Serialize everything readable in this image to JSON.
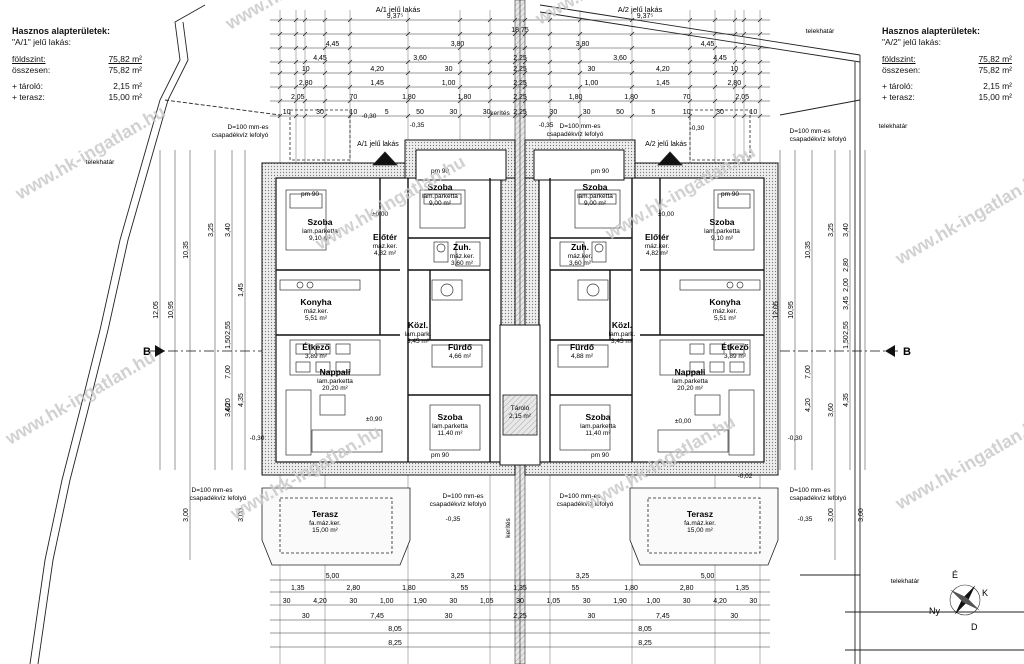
{
  "summary_left": {
    "title": "Hasznos alapterületek:",
    "subtitle": "\"A/1\" jelű lakás:",
    "rows": [
      {
        "label": "földszint:",
        "value": "75,82 m²",
        "underline": true
      },
      {
        "label": "összesen:",
        "value": "75,82 m²",
        "underline": false
      },
      {
        "label": "+ tároló:",
        "value": "2,15 m²",
        "underline": false
      },
      {
        "label": "+ terasz:",
        "value": "15,00 m²",
        "underline": false
      }
    ]
  },
  "summary_right": {
    "title": "Hasznos alapterületek:",
    "subtitle": "\"A/2\" jelű lakás:",
    "rows": [
      {
        "label": "földszint:",
        "value": "75,82 m²",
        "underline": true
      },
      {
        "label": "összesen:",
        "value": "75,82 m²",
        "underline": false
      },
      {
        "label": "+ tároló:",
        "value": "2,15 m²",
        "underline": false
      },
      {
        "label": "+ terasz:",
        "value": "15,00 m²",
        "underline": false
      }
    ]
  },
  "headers": {
    "a1_lakas": "A/1 jelű lakás",
    "a2_lakas": "A/2 jelű lakás",
    "a1_marker": "A/1 jelű lakás",
    "a2_marker": "A/2 jelű lakás"
  },
  "rooms_left": [
    {
      "name": "Szoba",
      "sub": "lam.parketta",
      "area": "9,00 m²"
    },
    {
      "name": "Szoba",
      "sub": "lam.parketta",
      "area": "9,10 m²"
    },
    {
      "name": "Előtér",
      "sub": "máz.ker.",
      "area": "4,82 m²"
    },
    {
      "name": "Zuh.",
      "sub": "máz.ker.",
      "area": "3,60 m²"
    },
    {
      "name": "Konyha",
      "sub": "máz.ker.",
      "area": "5,51 m²"
    },
    {
      "name": "Közl.",
      "sub": "lam.park.",
      "area": "3,45 m²"
    },
    {
      "name": "Fürdő",
      "sub": "",
      "area": "4,66 m²"
    },
    {
      "name": "Étkező",
      "sub": "",
      "area": "3,89 m²"
    },
    {
      "name": "Nappali",
      "sub": "lam.parketta",
      "area": "20,20 m²"
    },
    {
      "name": "Szoba",
      "sub": "lam.parketta",
      "area": "11,40 m²"
    },
    {
      "name": "Terasz",
      "sub": "fa.máz.ker.",
      "area": "15,00 m²"
    }
  ],
  "rooms_right": [
    {
      "name": "Szoba",
      "sub": "lam.parketta",
      "area": "9,00 m²"
    },
    {
      "name": "Szoba",
      "sub": "lam.parketta",
      "area": "9,10 m²"
    },
    {
      "name": "Előtér",
      "sub": "máz.ker.",
      "area": "4,82 m²"
    },
    {
      "name": "Zuh.",
      "sub": "máz.ker.",
      "area": "3,60 m²"
    },
    {
      "name": "Konyha",
      "sub": "máz.ker.",
      "area": "5,51 m²"
    },
    {
      "name": "Közl.",
      "sub": "lam.park.",
      "area": "3,45 m²"
    },
    {
      "name": "Fürdő",
      "sub": "",
      "area": "4,88 m²"
    },
    {
      "name": "Étkező",
      "sub": "",
      "area": "3,89 m²"
    },
    {
      "name": "Nappali",
      "sub": "lam.parketta",
      "area": "20,20 m²"
    },
    {
      "name": "Szoba",
      "sub": "lam.parketta",
      "area": "11,40 m²"
    },
    {
      "name": "Terasz",
      "sub": "fa.máz.ker.",
      "area": "15,00 m²"
    }
  ],
  "center": {
    "taro": "Tároló",
    "taro_area": "2,15 m²",
    "kerites": "kerítés"
  },
  "labels": {
    "telekhatar": "telekhatár",
    "downpipe_1": "D=100 mm-es",
    "downpipe_2": "csapadékvíz lefolyó",
    "section_mark": "B",
    "level_0": "±0,00",
    "level_n030": "-0,30",
    "level_n035": "-0,35",
    "level_090": "±0,90",
    "level_002": "-0,02",
    "pm90": "pm 90"
  },
  "dims_top": {
    "row1": [
      "9,37⁵",
      "9,37⁵"
    ],
    "row2": [
      "18,75"
    ],
    "row3": [
      "4,45",
      "3,80",
      "3,80",
      "4,45"
    ],
    "row4": [
      "4,45",
      "3,60",
      "2,25",
      "3,60",
      "4,45"
    ],
    "row5": [
      "10",
      "4,20",
      "30",
      "2,25",
      "30",
      "4,20",
      "10"
    ],
    "row6": [
      "2,80",
      "1,45",
      "1,00",
      "2,25",
      "1,00",
      "1,45",
      "2,80"
    ],
    "row7": [
      "2,05",
      "70",
      "1,80",
      "1,80",
      "2,25",
      "1,80",
      "1,80",
      "70",
      "2,05"
    ],
    "cells": [
      "10",
      "30",
      "10",
      "5",
      "50",
      "30",
      "30",
      "2,25",
      "30",
      "30",
      "50",
      "5",
      "10",
      "30",
      "10"
    ]
  },
  "dims_left": [
    "12,05",
    "10,95",
    "10,35",
    "3,25",
    "3,40",
    "1,45",
    "2,55",
    "1,50",
    "7,00",
    "4,20",
    "3,60",
    "4,35",
    "3,00",
    "3,00"
  ],
  "dims_right": [
    "12,05",
    "10,95",
    "10,35",
    "3,25",
    "3,40",
    "2,80",
    "2,00",
    "3,45",
    "2,55",
    "1,50",
    "7,00",
    "4,20",
    "3,60",
    "4,35",
    "3,00",
    "3,00"
  ],
  "dims_bottom": {
    "row1": [
      "5,00",
      "3,25",
      "3,25",
      "5,00"
    ],
    "row2": [
      "1,35",
      "2,80",
      "1,80",
      "55",
      "1,35",
      "55",
      "1,80",
      "2,80",
      "1,35"
    ],
    "row3": [
      "30",
      "4,20",
      "30",
      "1,00",
      "1,90",
      "30",
      "1,05",
      "30",
      "1,05",
      "30",
      "1,90",
      "1,00",
      "30",
      "4,20",
      "30"
    ],
    "row4": [
      "30",
      "7,45",
      "30",
      "2,25",
      "30",
      "7,45",
      "30"
    ],
    "row5": [
      "8,05",
      "8,05"
    ],
    "row6": [
      "8,25",
      "8,25"
    ]
  },
  "compass": {
    "n": "É",
    "e": "K",
    "s": "D",
    "w": "Ny"
  },
  "watermark": "www.hk-ingatlan.hu"
}
